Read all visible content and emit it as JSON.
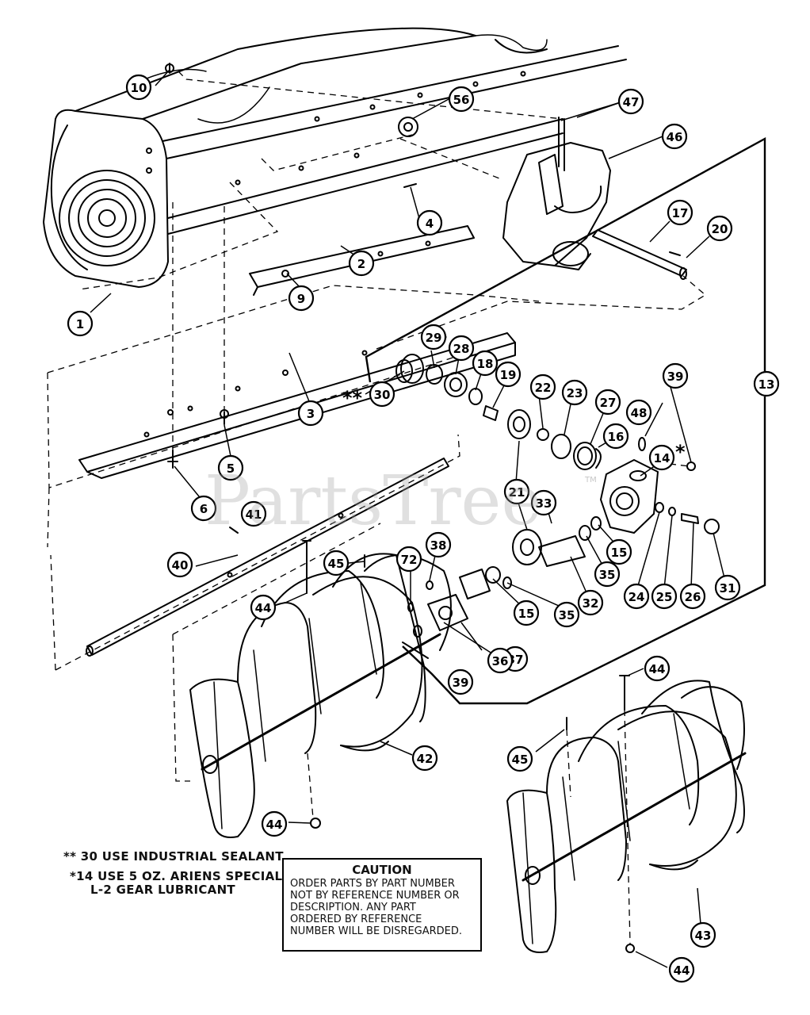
{
  "watermark": "PartsTree",
  "trademark": "TM",
  "callouts": [
    {
      "label": "10"
    },
    {
      "label": "56"
    },
    {
      "label": "47"
    },
    {
      "label": "46"
    },
    {
      "label": "4"
    },
    {
      "label": "2"
    },
    {
      "label": "9"
    },
    {
      "label": "1"
    },
    {
      "label": "17"
    },
    {
      "label": "20"
    },
    {
      "label": "3"
    },
    {
      "label": "29"
    },
    {
      "label": "28"
    },
    {
      "label": "18"
    },
    {
      "label": "19"
    },
    {
      "label": "30"
    },
    {
      "label": "22"
    },
    {
      "label": "23"
    },
    {
      "label": "27"
    },
    {
      "label": "39"
    },
    {
      "label": "13"
    },
    {
      "label": "48"
    },
    {
      "label": "16"
    },
    {
      "label": "14"
    },
    {
      "label": "5"
    },
    {
      "label": "6"
    },
    {
      "label": "41"
    },
    {
      "label": "21"
    },
    {
      "label": "33"
    },
    {
      "label": "15"
    },
    {
      "label": "38"
    },
    {
      "label": "72"
    },
    {
      "label": "45"
    },
    {
      "label": "40"
    },
    {
      "label": "44"
    },
    {
      "label": "35"
    },
    {
      "label": "32"
    },
    {
      "label": "24"
    },
    {
      "label": "25"
    },
    {
      "label": "26"
    },
    {
      "label": "31"
    },
    {
      "label": "15"
    },
    {
      "label": "35"
    },
    {
      "label": "37"
    },
    {
      "label": "36"
    },
    {
      "label": "39"
    },
    {
      "label": "42"
    },
    {
      "label": "44"
    },
    {
      "label": "45"
    },
    {
      "label": "44"
    },
    {
      "label": "43"
    },
    {
      "label": "44"
    }
  ],
  "markers": {
    "double_star": "**",
    "single_star": "*"
  },
  "notes": [
    "** 30  USE INDUSTRIAL SEALANT",
    "*14  USE 5 OZ. ARIENS SPECIAL",
    "L-2 GEAR LUBRICANT"
  ],
  "caution": {
    "title": "CAUTION",
    "lines": [
      "ORDER PARTS BY PART NUMBER",
      "NOT BY REFERENCE NUMBER OR",
      "DESCRIPTION. ANY PART",
      "ORDERED BY REFERENCE",
      "NUMBER WILL BE DISREGARDED."
    ]
  }
}
